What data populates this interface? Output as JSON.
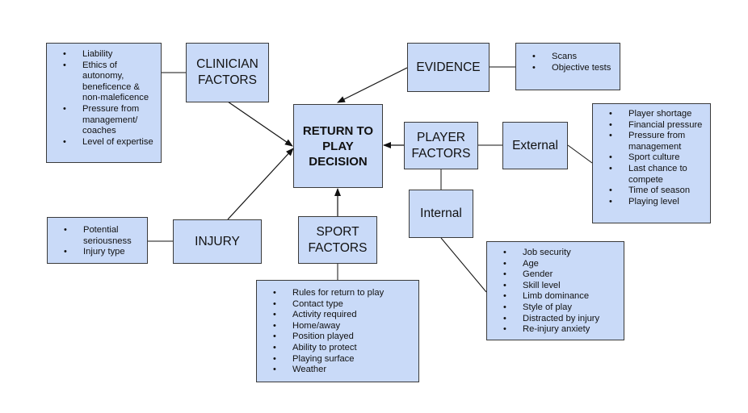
{
  "nodes": {
    "center": "RETURN TO PLAY DECISION",
    "clinician": "CLINICIAN FACTORS",
    "evidence": "EVIDENCE",
    "player": "PLAYER FACTORS",
    "external": "External",
    "internal": "Internal",
    "injury": "INJURY",
    "sport": "SPORT FACTORS"
  },
  "lists": {
    "clinician": [
      "Liability",
      "Ethics of autonomy, beneficence & non-maleficence",
      "Pressure from management/ coaches",
      "Level of expertise"
    ],
    "evidence": [
      "Scans",
      "Objective tests"
    ],
    "external": [
      "Player shortage",
      "Financial pressure",
      "Pressure from management",
      "Sport culture",
      "Last chance to compete",
      "Time of season",
      "Playing level"
    ],
    "internal": [
      "Job security",
      "Age",
      "Gender",
      "Skill level",
      "Limb dominance",
      "Style of play",
      "Distracted by injury",
      "Re-injury anxiety"
    ],
    "injury": [
      "Potential seriousness",
      "Injury type"
    ],
    "sport": [
      "Rules for return to play",
      "Contact type",
      "Activity required",
      "Home/away",
      "Position played",
      "Ability to protect",
      "Playing surface",
      "Weather"
    ]
  },
  "colors": {
    "box_fill": "#c9daf8",
    "border": "#3a3a3a",
    "line": "#111111"
  }
}
